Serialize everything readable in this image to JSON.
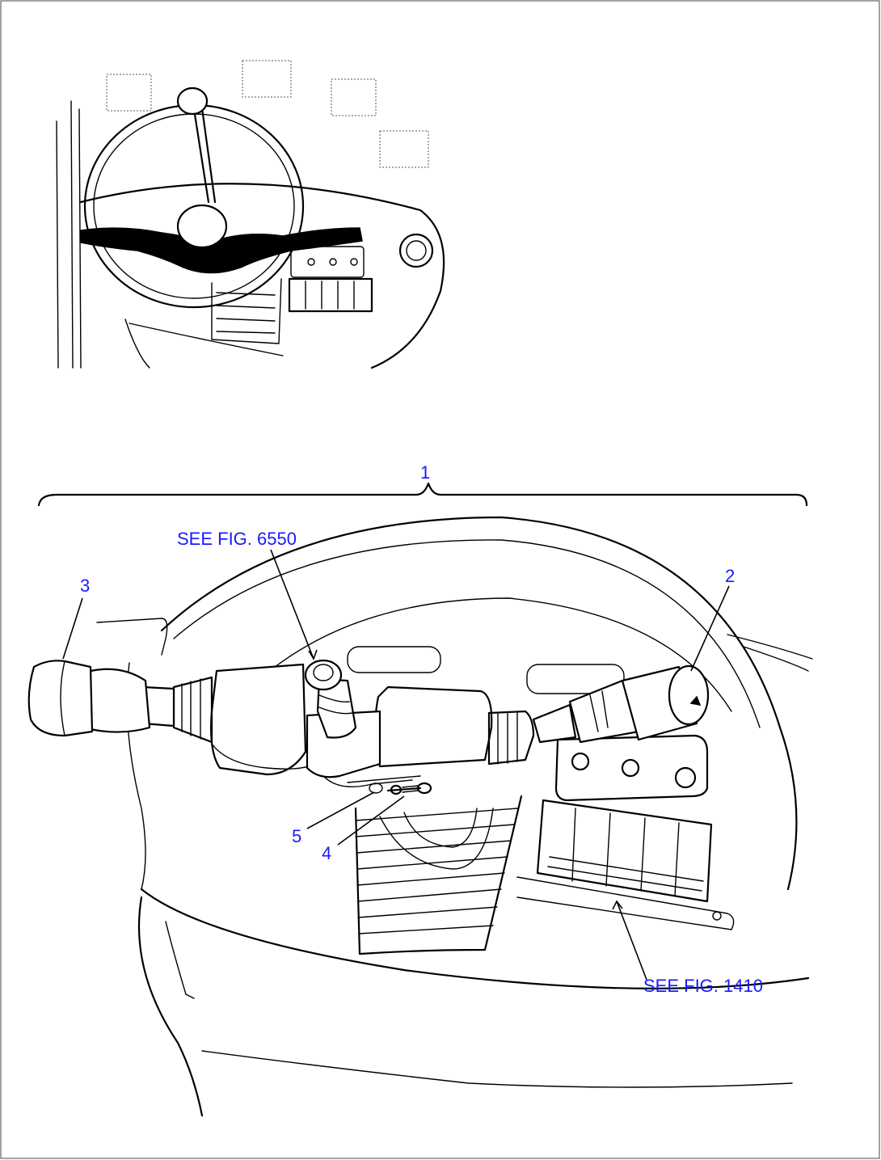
{
  "callouts": {
    "item_1": "1",
    "item_2": "2",
    "item_3": "3",
    "item_4": "4",
    "item_5": "5",
    "see_fig_upper": "SEE FIG. 6550",
    "see_fig_lower": "SEE FIG. 1410"
  },
  "colors": {
    "callout_text": "#1a1aff",
    "line_art": "#000000",
    "background": "#ffffff"
  }
}
